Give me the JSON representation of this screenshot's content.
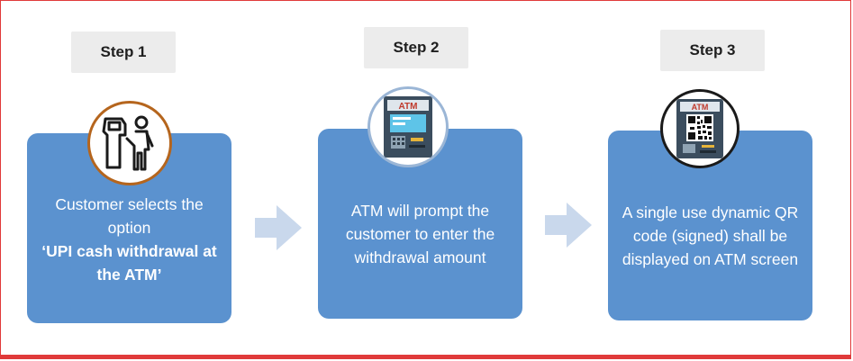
{
  "steps": [
    {
      "label": "Step 1",
      "text": "Customer selects the option",
      "emphasis": "‘UPI cash withdrawal at the ATM’",
      "icon": "customer-at-kiosk-icon"
    },
    {
      "label": "Step 2",
      "text": "ATM will prompt the customer to enter the withdrawal amount",
      "icon": "atm-machine-icon",
      "icon_label": "ATM"
    },
    {
      "label": "Step 3",
      "text": "A single use dynamic QR code (signed) shall be displayed on ATM screen",
      "icon": "atm-qr-code-icon",
      "icon_label": "ATM"
    }
  ],
  "colors": {
    "card": "#5b92cf",
    "arrow": "#c9d8ec",
    "tab": "#ececec",
    "ring1": "#b5651d",
    "ring2": "#9bb6d6",
    "ring3": "#1a1a1a",
    "frame": "#e03a3a"
  }
}
